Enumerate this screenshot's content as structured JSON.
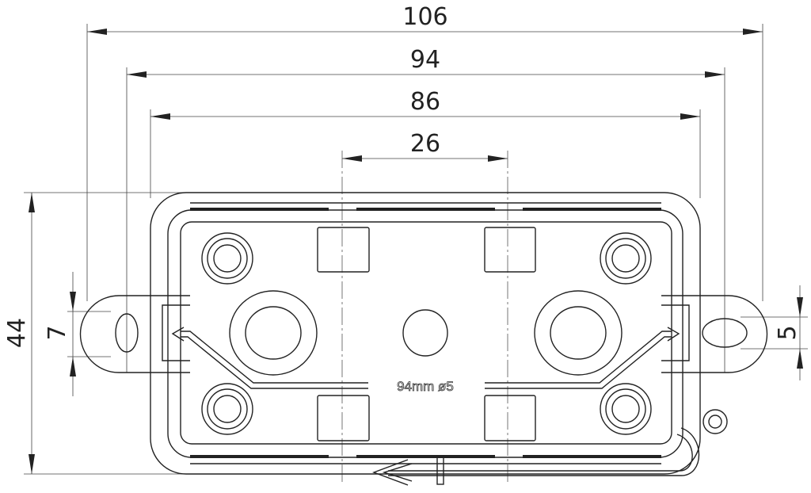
{
  "title": "Mounting base technical drawing",
  "dimensions": {
    "overall_width": "106",
    "hole_spacing": "94",
    "body_width": "86",
    "inner_spacing": "26",
    "height": "44",
    "slot_height_left": "7",
    "slot_height_right": "5"
  },
  "label": "94mm ø5",
  "colors": {
    "line": "#222222",
    "background": "#ffffff"
  }
}
